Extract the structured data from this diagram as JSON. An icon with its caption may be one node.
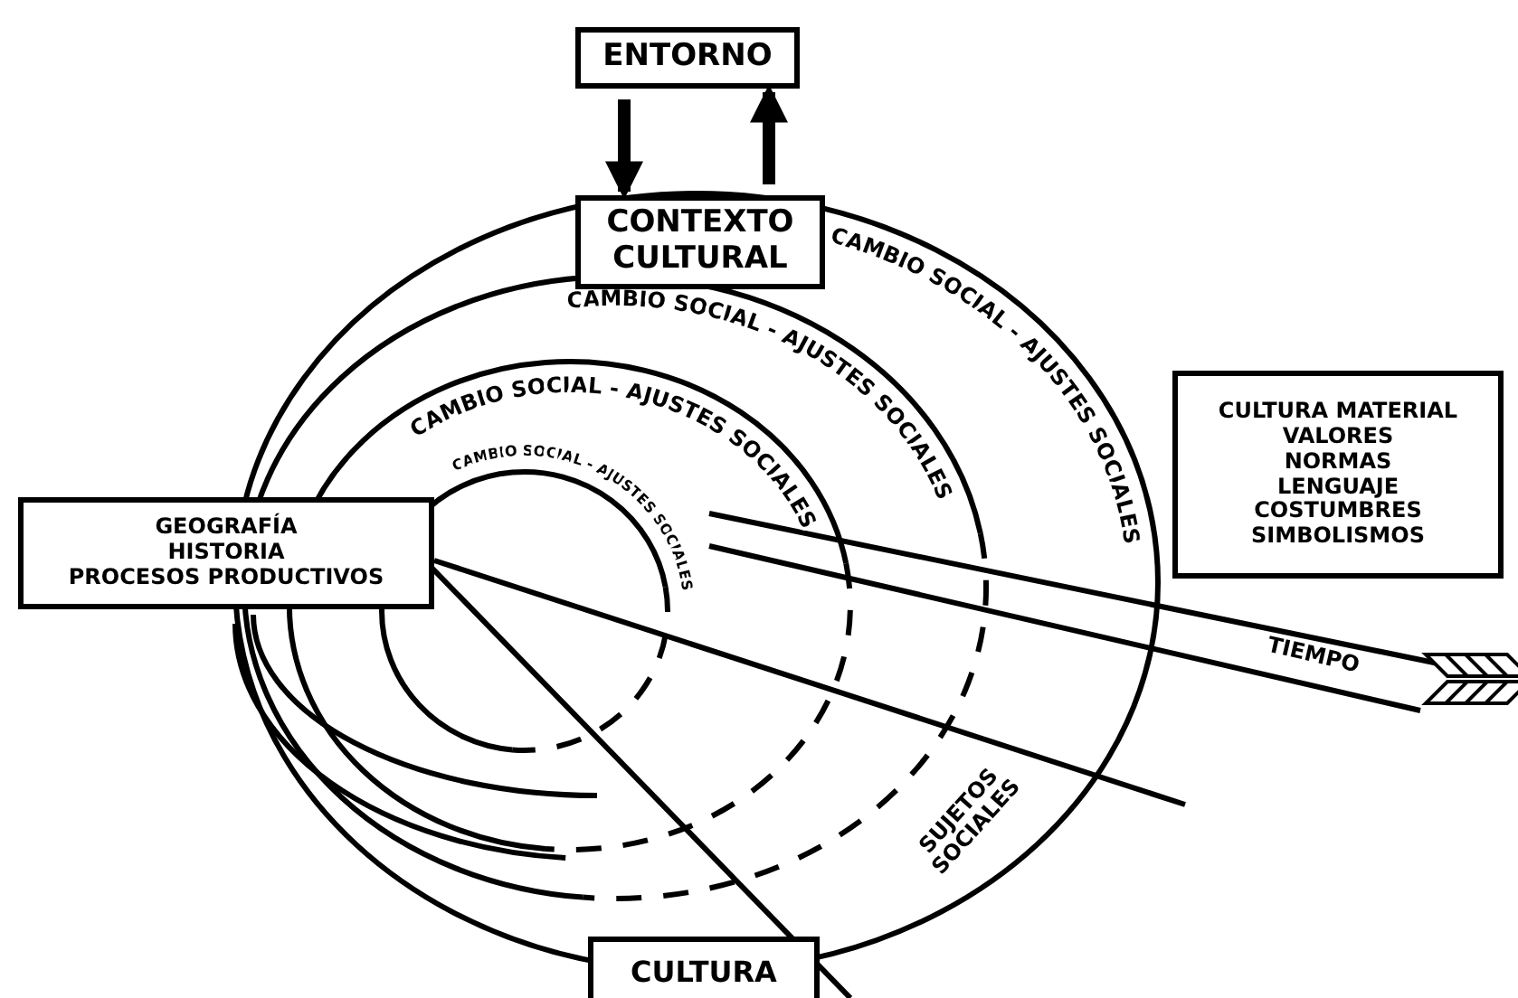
{
  "diagram": {
    "nodes": [
      {
        "text": [
          "ENTORNO"
        ]
      },
      {
        "text": [
          "CONTEXTO CULTURAL"
        ]
      },
      {
        "text": [
          "GEOGRAFÍA",
          "HISTORIA",
          "PROCESOS PRODUCTIVOS"
        ]
      },
      {
        "text": [
          "CULTURA MATERIAL",
          "VALORES",
          "NORMAS",
          "LENGUAJE",
          "COSTUMBRES",
          "SIMBOLISMOS"
        ]
      },
      {
        "text": [
          "CULTURA"
        ]
      }
    ],
    "edges": [
      {
        "from": 0,
        "to": 1,
        "arrow": "to"
      },
      {
        "from": 1,
        "to": 0,
        "arrow": "to"
      }
    ],
    "labels": [
      "CAMBIO SOCIAL - AJUSTES SOCIALES",
      "CAMBIO SOCIAL - AJUSTES SOCIALES",
      "CAMBIO SOCIAL - AJUSTES SOCIALES",
      "CAMBIO SOCIAL - AJUSTES SOCIALES",
      "TIEMPO",
      "SUJETOS SOCIALES"
    ]
  }
}
